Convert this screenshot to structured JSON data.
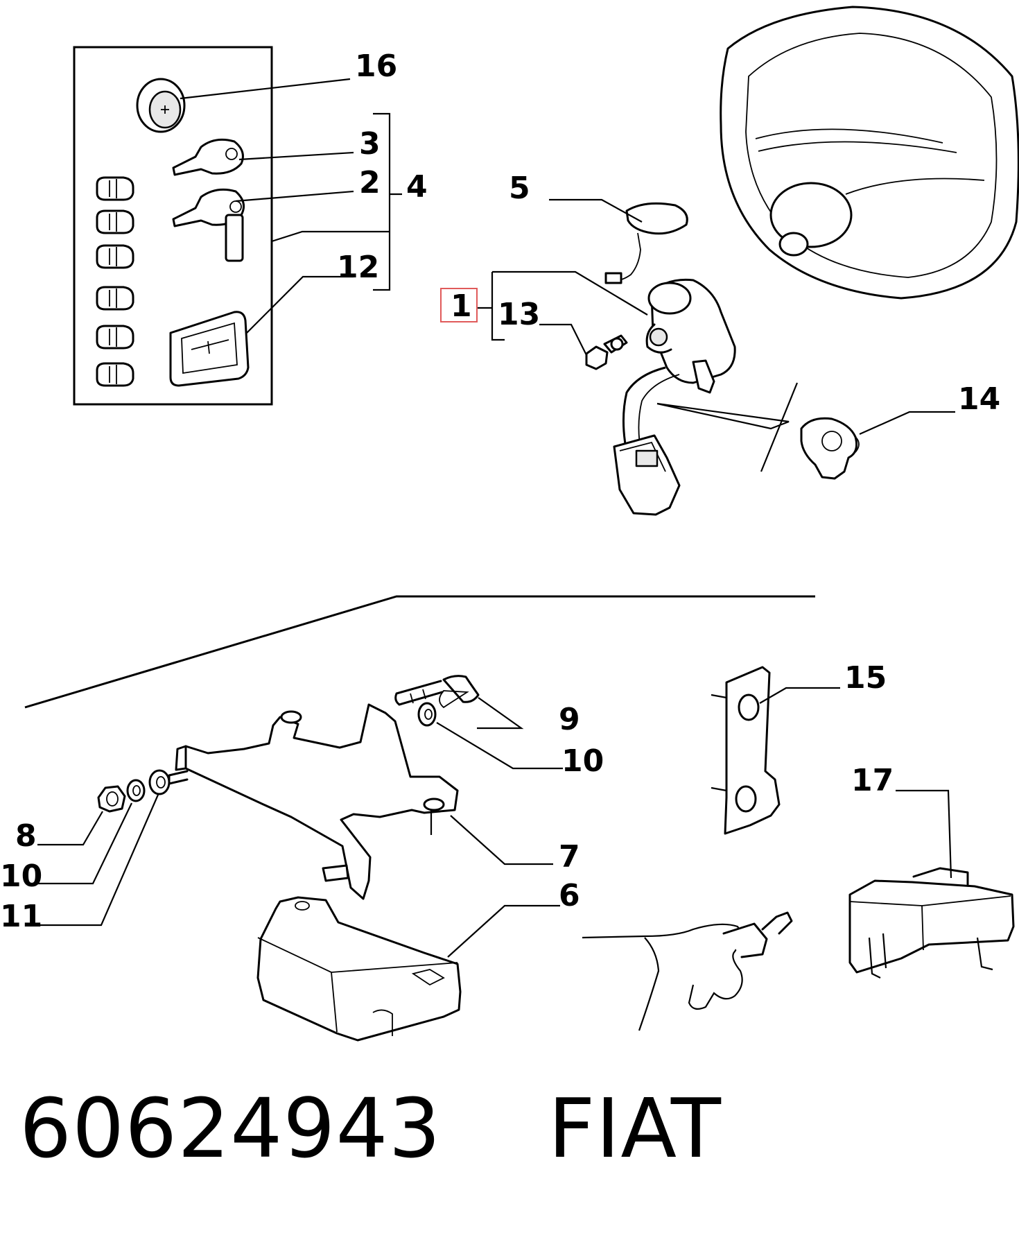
{
  "callouts": {
    "c16": "16",
    "c3": "3",
    "c2": "2",
    "c4": "4",
    "c12": "12",
    "c5": "5",
    "c1": "1",
    "c13": "13",
    "c14": "14",
    "c15": "15",
    "c9": "9",
    "c10a": "10",
    "c17": "17",
    "c8": "8",
    "c10b": "10",
    "c11": "11",
    "c7": "7",
    "c6": "6"
  },
  "highlight_color": "#e05a5a",
  "caption": {
    "part_number": "60624943",
    "brand": "FIAT"
  }
}
